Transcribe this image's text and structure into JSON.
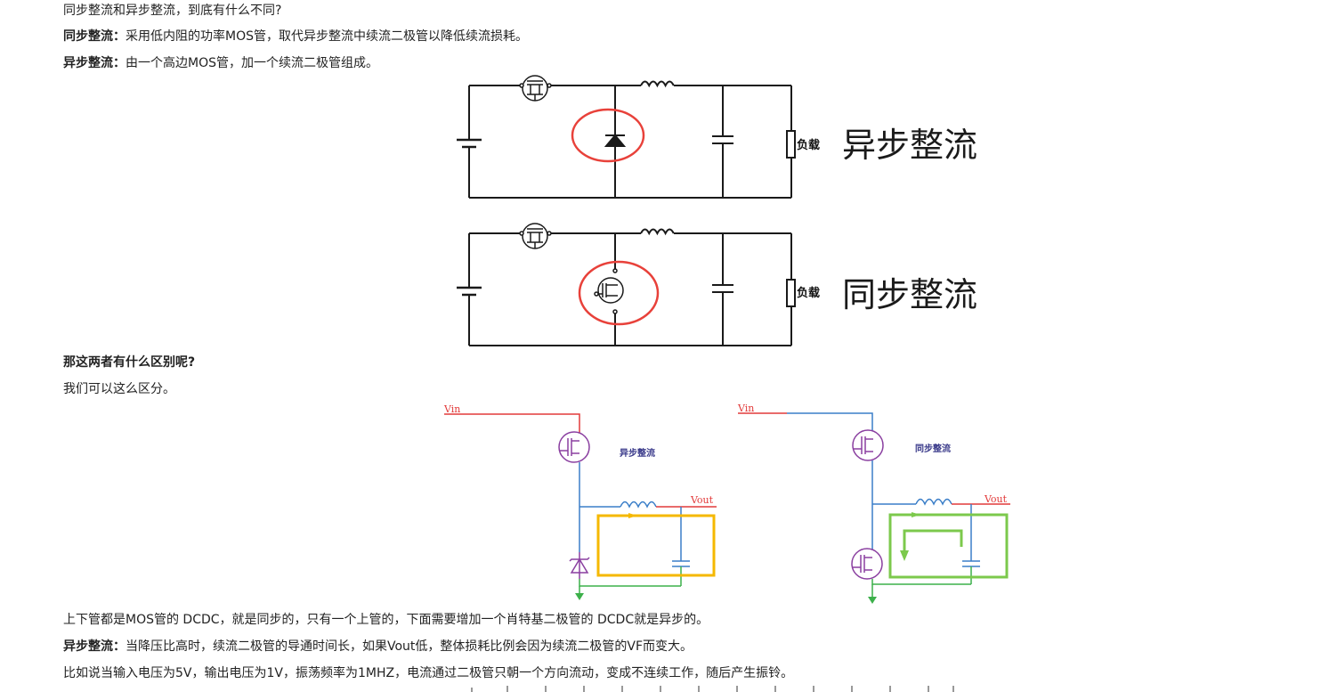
{
  "article": {
    "title": "同步整流和异步整流，到底有什么不同?",
    "sync_def_label": "同步整流：",
    "sync_def_text": "采用低内阻的功率MOS管，取代异步整流中续流二极管以降低续流损耗。",
    "async_def_label": "异步整流：",
    "async_def_text": "由一个高边MOS管，加一个续流二极管组成。",
    "question": "那这两者有什么区别呢?",
    "answer": "我们可以这么区分。",
    "summary": "上下管都是MOS管的 DCDC，就是同步的，只有一个上管的，下面需要增加一个肖特基二极管的 DCDC就是异步的。",
    "async_note_label": "异步整流：",
    "async_note_text": "当降压比高时，续流二极管的导通时间长，如果Vout低，整体损耗比例会因为续流二极管的VF而变大。",
    "example": "比如说当输入电压为5V，输出电压为1V，振荡频率为1MHZ，电流通过二极管只朝一个方向流动，变成不连续工作，随后产生振铃。"
  },
  "figure1": {
    "async_caption": "异步整流",
    "sync_caption": "同步整流",
    "load_label": "负载"
  },
  "figure2": {
    "vin_label": "Vin",
    "vout_label": "Vout",
    "async_caption": "异步整流",
    "sync_caption": "同步整流"
  },
  "colors": {
    "highlight_circle": "#e8413a",
    "vin_line": "#e23a3a",
    "node_line": "#3a7ec8",
    "switch_symbol": "#8a3fa0",
    "ground": "#3cb04a",
    "async_loop": "#f5b800",
    "sync_loop": "#7cc94c"
  }
}
